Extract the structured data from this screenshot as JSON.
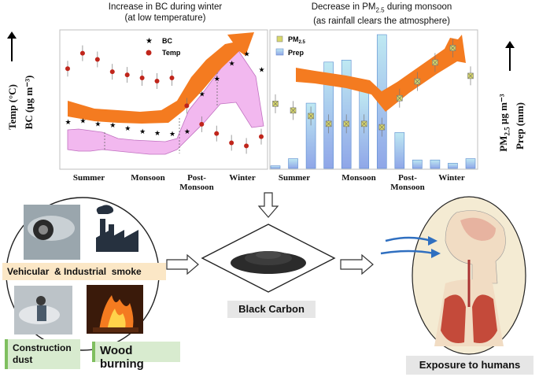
{
  "titles": {
    "bc_line1": "Increase in BC during winter",
    "bc_line2": "(at low temperature)",
    "pm_line1_pre": "Decrease in PM",
    "pm_line1_sub": "2.5",
    "pm_line1_post": " during monsoon",
    "pm_line2": "(as rainfall clears the atmosphere)"
  },
  "axes": {
    "left_outer": "Temp (°C)",
    "left_inner": "BC (μg m⁻³)",
    "right_inner_pre": "PM",
    "right_inner_sub": "2.5",
    "right_inner_post": " μg m⁻³",
    "right_outer": "Prep (mm)"
  },
  "legend_left": {
    "bc": "BC",
    "temp": "Temp"
  },
  "legend_right": {
    "pm_pre": "PM",
    "pm_sub": "2.5",
    "prep": "Prep"
  },
  "seasons": [
    "Summer",
    "Monsoon",
    "Post-\nMonsoon",
    "Winter"
  ],
  "diagram": {
    "center_label": "Black Carbon",
    "source_vehicular": "Vehicular  & Industrial  smoke",
    "source_construction": "Construction\ndust",
    "source_wood": "Wood burning",
    "exposure": "Exposure to humans"
  },
  "colors": {
    "arrow": "#f47b20",
    "band": "#f2b8ef",
    "bar": "#a7d9ec",
    "pm_marker": "#d8d86a",
    "temp_marker": "#c0251b"
  },
  "chart_data": [
    {
      "type": "scatter",
      "categories": [
        "Summer",
        "Monsoon",
        "Post-Monsoon",
        "Winter"
      ],
      "series": [
        {
          "name": "BC",
          "values": [
            6.5,
            6.7,
            6.2,
            6.0,
            5.5,
            5.0,
            4.7,
            4.6,
            5.0,
            11.0,
            13.5,
            16.0,
            17.5,
            15.0
          ]
        },
        {
          "name": "Temp",
          "values": [
            30,
            35,
            33,
            29,
            28,
            27,
            26,
            27,
            18,
            12,
            9,
            6,
            5,
            8
          ]
        }
      ]
    },
    {
      "type": "bar",
      "categories": [
        "Summer",
        "Monsoon",
        "Post-Monsoon",
        "Winter"
      ],
      "series": [
        {
          "name": "Prep",
          "values": [
            4,
            15,
            100,
            163,
            166,
            119,
            205,
            55,
            13,
            13,
            8,
            15
          ]
        },
        {
          "name": "PM2.5",
          "values": [
            58,
            52,
            47,
            40,
            40,
            40,
            37,
            63,
            78,
            95,
            108,
            83
          ]
        }
      ]
    }
  ]
}
